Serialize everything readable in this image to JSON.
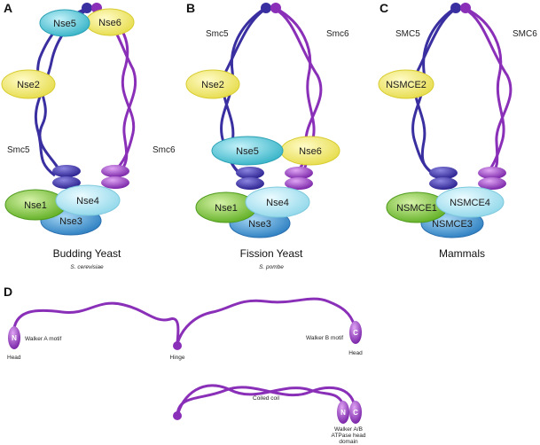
{
  "colors": {
    "smc5": "#3a2fa0",
    "smc6": "#8a2fb8",
    "yellow": "#f2e86a",
    "cyan": "#4cc3d3",
    "lightcyan": "#a9e6f2",
    "green": "#7ec23a",
    "blue": "#3a8fcf",
    "purple": "#8a2fb8"
  },
  "panels": {
    "a": {
      "letter": "A",
      "caption": "Budding Yeast",
      "species": "S. cerevisiae",
      "arm_left": "Smc5",
      "arm_right": "Smc6",
      "units": {
        "nse5": "Nse5",
        "nse6": "Nse6",
        "nse2": "Nse2",
        "nse1": "Nse1",
        "nse4": "Nse4",
        "nse3": "Nse3"
      }
    },
    "b": {
      "letter": "B",
      "caption": "Fission Yeast",
      "species": "S. pombe",
      "arm_left": "Smc5",
      "arm_right": "Smc6",
      "units": {
        "nse2": "Nse2",
        "nse5": "Nse5",
        "nse6": "Nse6",
        "nse1": "Nse1",
        "nse4": "Nse4",
        "nse3": "Nse3"
      }
    },
    "c": {
      "letter": "C",
      "caption": "Mammals",
      "arm_left": "SMC5",
      "arm_right": "SMC6",
      "units": {
        "nse2": "NSMCE2",
        "nse1": "NSMCE1",
        "nse4": "NSMCE4",
        "nse3": "NSMCE3"
      }
    },
    "d": {
      "letter": "D",
      "walker_a": "Walker A motif",
      "walker_b": "Walker B motif",
      "head_left": "Head",
      "hinge": "Hinge",
      "head_right": "Head",
      "coiled_coil": "Coiled coil",
      "n_letter": "N",
      "c_letter": "C",
      "walker_ab_line1": "Walker A/B",
      "walker_ab_line2": "ATPase head",
      "walker_ab_line3": "domain"
    }
  }
}
